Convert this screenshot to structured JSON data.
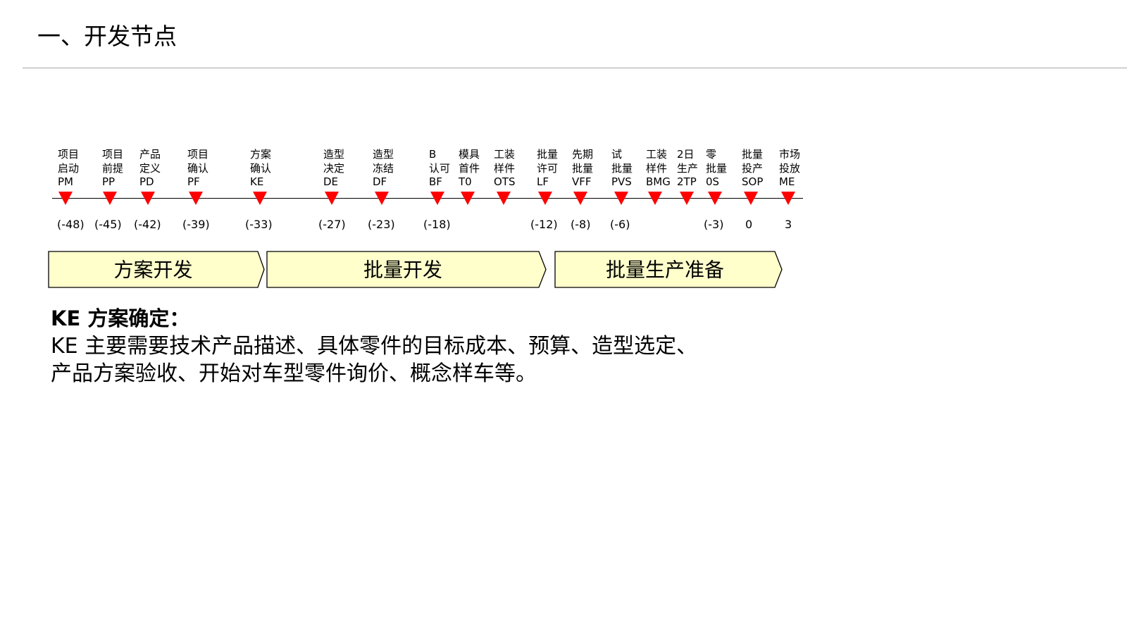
{
  "title": "一、开发节点",
  "milestones": [
    {
      "lines": [
        "项目",
        "启动",
        "PM"
      ],
      "offset": "(-48)"
    },
    {
      "lines": [
        "项目",
        "前提",
        "PP"
      ],
      "offset": "(-45)"
    },
    {
      "lines": [
        "产品",
        "定义",
        "PD"
      ],
      "offset": "(-42)"
    },
    {
      "lines": [
        "项目",
        "确认",
        "PF"
      ],
      "offset": "(-39)"
    },
    {
      "lines": [
        "方案",
        "确认",
        "KE"
      ],
      "offset": "(-33)"
    },
    {
      "lines": [
        "造型",
        "决定",
        "DE"
      ],
      "offset": "(-27)"
    },
    {
      "lines": [
        "造型",
        "冻结",
        "DF"
      ],
      "offset": "(-23)"
    },
    {
      "lines": [
        "B",
        "认可",
        "BF"
      ],
      "offset": "(-18)"
    },
    {
      "lines": [
        "模具",
        "首件",
        "T0"
      ],
      "offset": ""
    },
    {
      "lines": [
        "工装",
        "样件",
        "OTS"
      ],
      "offset": ""
    },
    {
      "lines": [
        "批量",
        "许可",
        "LF"
      ],
      "offset": "(-12)"
    },
    {
      "lines": [
        "先期",
        "批量",
        "VFF"
      ],
      "offset": "(-8)"
    },
    {
      "lines": [
        "试",
        "批量",
        "PVS"
      ],
      "offset": "(-6)"
    },
    {
      "lines": [
        "工装",
        "样件",
        "BMG"
      ],
      "offset": ""
    },
    {
      "lines": [
        "2日",
        "生产",
        "2TP"
      ],
      "offset": ""
    },
    {
      "lines": [
        "零",
        "批量",
        "0S"
      ],
      "offset": "(-3)"
    },
    {
      "lines": [
        "批量",
        "投产",
        "SOP"
      ],
      "offset": "0"
    },
    {
      "lines": [
        "市场",
        "投放",
        "ME"
      ],
      "offset": "3"
    }
  ],
  "phases": [
    {
      "label": "方案开发"
    },
    {
      "label": "批量开发"
    },
    {
      "label": "批量生产准备"
    }
  ],
  "colors": {
    "marker": "#ff0000",
    "phase_fill": "#ffffcc",
    "phase_stroke": "#000000",
    "rule": "#a6a6a6"
  },
  "description": {
    "heading": "KE 方案确定：",
    "lines": [
      "KE 主要需要技术产品描述、具体零件的目标成本、预算、造型选定、",
      "产品方案验收、开始对车型零件询价、概念样车等。"
    ]
  }
}
